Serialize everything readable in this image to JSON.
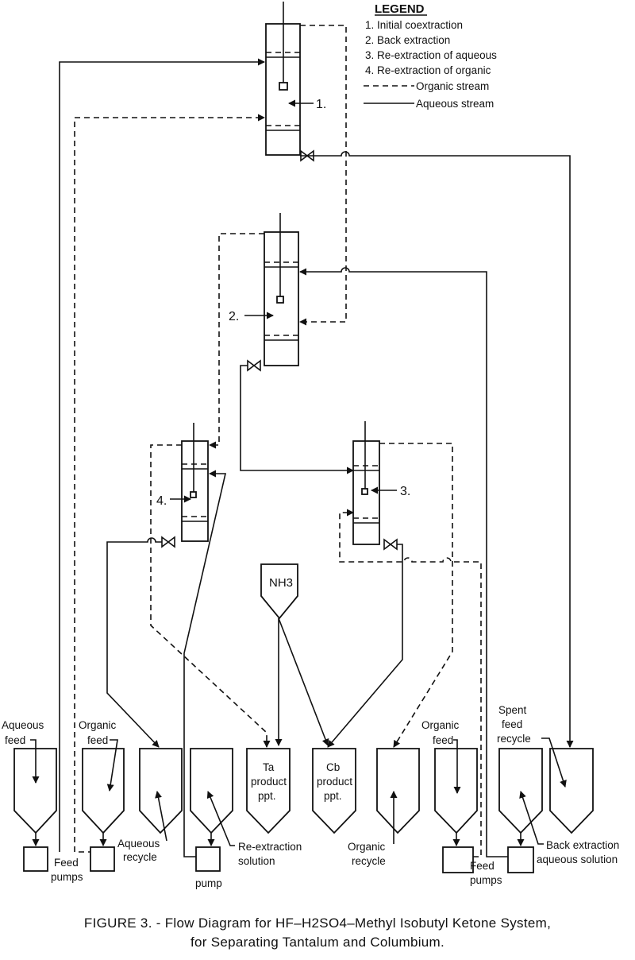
{
  "legend": {
    "title": "LEGEND",
    "items": [
      "1. Initial coextraction",
      "2. Back extraction",
      "3. Re-extraction of aqueous",
      "4. Re-extraction of organic"
    ],
    "organic_stream": "Organic stream",
    "aqueous_stream": "Aqueous stream"
  },
  "vessels": {
    "v1": "1.",
    "v2": "2.",
    "v3": "3.",
    "v4": "4."
  },
  "nh3": "NH3",
  "tanks": {
    "aqueous_feed": [
      "Aqueous",
      "feed"
    ],
    "organic_feed_left": [
      "Organic",
      "feed"
    ],
    "aqueous_recycle": [
      "Aqueous",
      "recycle"
    ],
    "re_extraction_solution": [
      "Re-extraction",
      "solution"
    ],
    "ta_product": [
      "Ta",
      "product",
      "ppt."
    ],
    "cb_product": [
      "Cb",
      "product",
      "ppt."
    ],
    "organic_recycle": [
      "Organic",
      "recycle"
    ],
    "organic_feed_right": [
      "Organic",
      "feed"
    ],
    "spent_feed_recycle": [
      "Spent",
      "feed",
      "recycle"
    ],
    "back_extraction_solution": [
      "Back extraction",
      "aqueous solution"
    ]
  },
  "pumps": {
    "feed_pumps_left": [
      "Feed",
      "pumps"
    ],
    "pump_mid": "pump",
    "feed_pumps_right": [
      "Feed",
      "pumps"
    ]
  },
  "caption": {
    "line1": "FIGURE 3. - Flow Diagram for HF–H2SO4–Methyl Isobutyl Ketone System,",
    "line2": "for Separating Tantalum and Columbium."
  }
}
